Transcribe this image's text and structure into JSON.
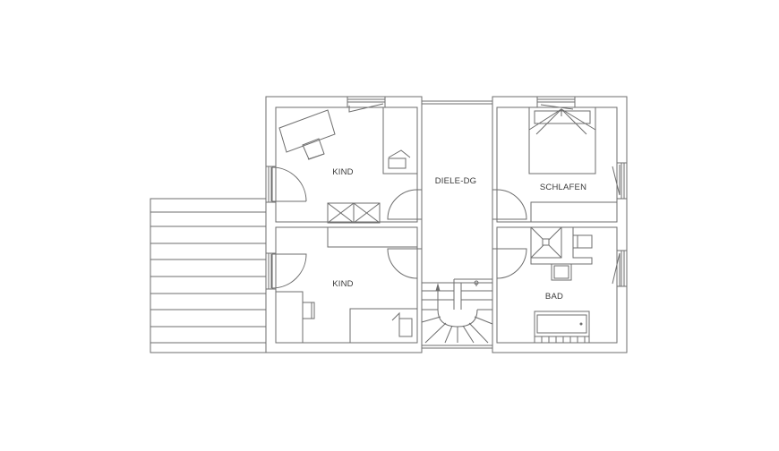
{
  "plan": {
    "rooms": [
      {
        "id": "kind-1",
        "label": "KIND"
      },
      {
        "id": "diele",
        "label": "DIELE-DG"
      },
      {
        "id": "schlafen",
        "label": "SCHLAFEN"
      },
      {
        "id": "kind-2",
        "label": "KIND"
      },
      {
        "id": "bad",
        "label": "BAD"
      }
    ],
    "colors": {
      "line": "#6e6e6e",
      "wall_fill": "#ffffff",
      "background": "#ffffff"
    }
  }
}
